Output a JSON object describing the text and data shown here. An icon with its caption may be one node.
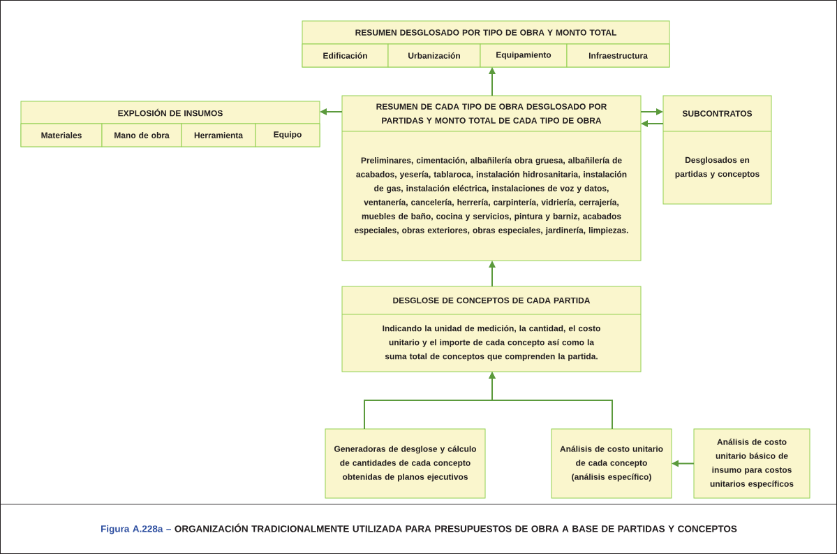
{
  "diagram": {
    "caption": "ORGANIZACIÓN TRADICIONALMENTE UTILIZADA PARA PRESUPUESTOS DE OBRA A BASE DE PARTIDAS Y CONCEPTOS",
    "nodes": [
      {
        "text": [
          "RESUMEN DESGLOSADO POR TIPO DE OBRA Y MONTO TOTAL"
        ]
      },
      {
        "text": [
          "Edificación"
        ],
        "in": 0
      },
      {
        "text": [
          "Urbanización"
        ],
        "in": 0
      },
      {
        "text": [
          "Equipamiento"
        ],
        "in": 0
      },
      {
        "text": [
          "Infraestructura"
        ],
        "in": 0
      },
      {
        "text": [
          "EXPLOSIÓN DE INSUMOS"
        ]
      },
      {
        "text": [
          "Materiales"
        ],
        "in": 5
      },
      {
        "text": [
          "Mano de obra"
        ],
        "in": 5
      },
      {
        "text": [
          "Herramienta"
        ],
        "in": 5
      },
      {
        "text": [
          "Equipo"
        ],
        "in": 5
      },
      {
        "text": [
          "RESUMEN DE CADA TIPO DE OBRA DESGLOSADO POR PARTIDAS Y MONTO TOTAL DE CADA TIPO DE OBRA",
          "Preliminares, cimentación, albañilería obra gruesa, albañilería de acabados, yesería, tablaroca, instalación hidrosanitaria, instalación de gas, instalación eléctrica, instalaciones de voz y datos, ventanería, cancelería, herrería, carpintería, vidriería, cerrajería, muebles de baño, cocina y servicios, pintura y barniz, acabados especiales, obras exteriores, obras especiales, jardinería, limpiezas."
        ]
      },
      {
        "text": [
          "SUBCONTRATOS",
          "Desglosados en partidas y conceptos"
        ]
      },
      {
        "text": [
          "DESGLOSE DE CONCEPTOS DE CADA PARTIDA",
          "Indicando la unidad de medición, la cantidad, el costo unitario y el importe de cada concepto así como la suma total de conceptos que comprenden la partida."
        ]
      },
      {
        "text": [
          "Generadoras de desglose y cálculo de cantidades de cada concepto obtenidas de planos ejecutivos"
        ]
      },
      {
        "text": [
          "Análisis de costo unitario de cada concepto (análisis específico)"
        ]
      },
      {
        "text": [
          "Análisis de costo unitario básico de insumo para costos unitarios específicos"
        ]
      }
    ],
    "edges": [
      {
        "from": 10,
        "to": 0,
        "arrow": "to"
      },
      {
        "from": 10,
        "to": 5,
        "arrow": "to"
      },
      {
        "from": 10,
        "to": 11,
        "arrow": "to"
      },
      {
        "from": 11,
        "to": 10,
        "arrow": "to"
      },
      {
        "from": 12,
        "to": 10,
        "arrow": "to"
      },
      {
        "from": 13,
        "to": 12,
        "arrow": "to"
      },
      {
        "from": 14,
        "to": 12,
        "arrow": "to"
      },
      {
        "from": 15,
        "to": 14,
        "arrow": "to"
      }
    ],
    "labels": [
      "Figura A.228a –"
    ]
  }
}
